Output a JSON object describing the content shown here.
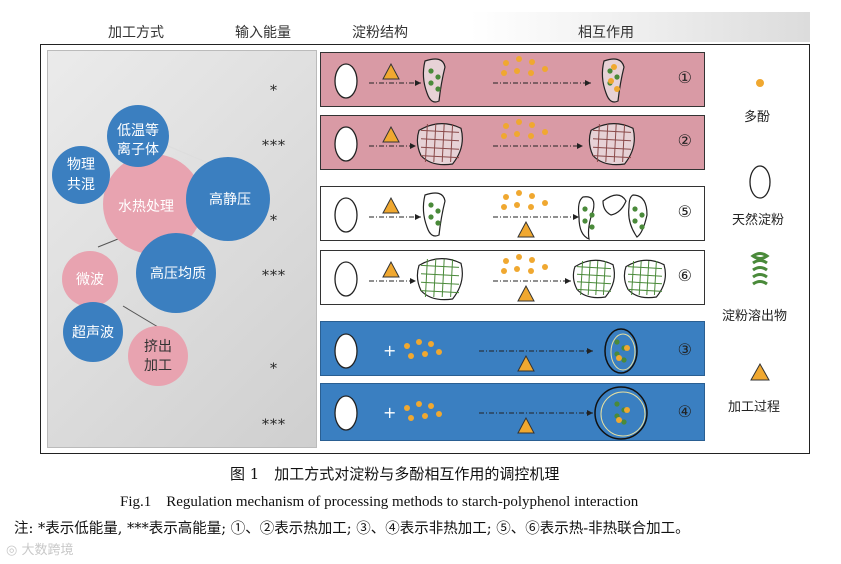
{
  "headers": {
    "method": "加工方式",
    "energy": "输入能量",
    "structure": "淀粉结构",
    "interaction": "相互作用"
  },
  "methods": {
    "low_temp_plasma": [
      "低温等",
      "离子体"
    ],
    "physical_blend": [
      "物理",
      "共混"
    ],
    "hydrothermal": "水热处理",
    "high_static_pressure": "高静压",
    "microwave": "微波",
    "high_pressure_homogenization": "高压均质",
    "ultrasonic": "超声波",
    "extrusion": [
      "挤出",
      "加工"
    ]
  },
  "energy_levels": [
    "*",
    "***",
    "*",
    "***",
    "*",
    "***"
  ],
  "rows": [
    {
      "number": "①",
      "color": "#d99aa5"
    },
    {
      "number": "②",
      "color": "#d99aa5"
    },
    {
      "number": "⑤",
      "color": "#ffffff"
    },
    {
      "number": "⑥",
      "color": "#ffffff"
    },
    {
      "number": "③",
      "color": "#3a7fc1"
    },
    {
      "number": "④",
      "color": "#3a7fc1"
    }
  ],
  "plus_sign": "+",
  "legend": {
    "polyphenol": "多酚",
    "native_starch": "天然淀粉",
    "starch_leachate": "淀粉溶出物",
    "processing": "加工过程"
  },
  "colors": {
    "pink": "#d99aa5",
    "pink_bubble": "#e8a3b0",
    "blue_bubble": "#3b7fc0",
    "blue_row": "#3a7fc1",
    "dot": "#f0a830",
    "triangle": "#f0a830",
    "leachate_green": "#4a8a3a"
  },
  "captions": {
    "figure_cn": "图 1　加工方式对淀粉与多酚相互作用的调控机理",
    "figure_en": "Fig.1　Regulation mechanism of processing methods to starch-polyphenol interaction",
    "note": "注: *表示低能量, ***表示高能量; ①、②表示热加工; ③、④表示非热加工; ⑤、⑥表示热-非热联合加工。"
  },
  "watermark": "大数跨境"
}
